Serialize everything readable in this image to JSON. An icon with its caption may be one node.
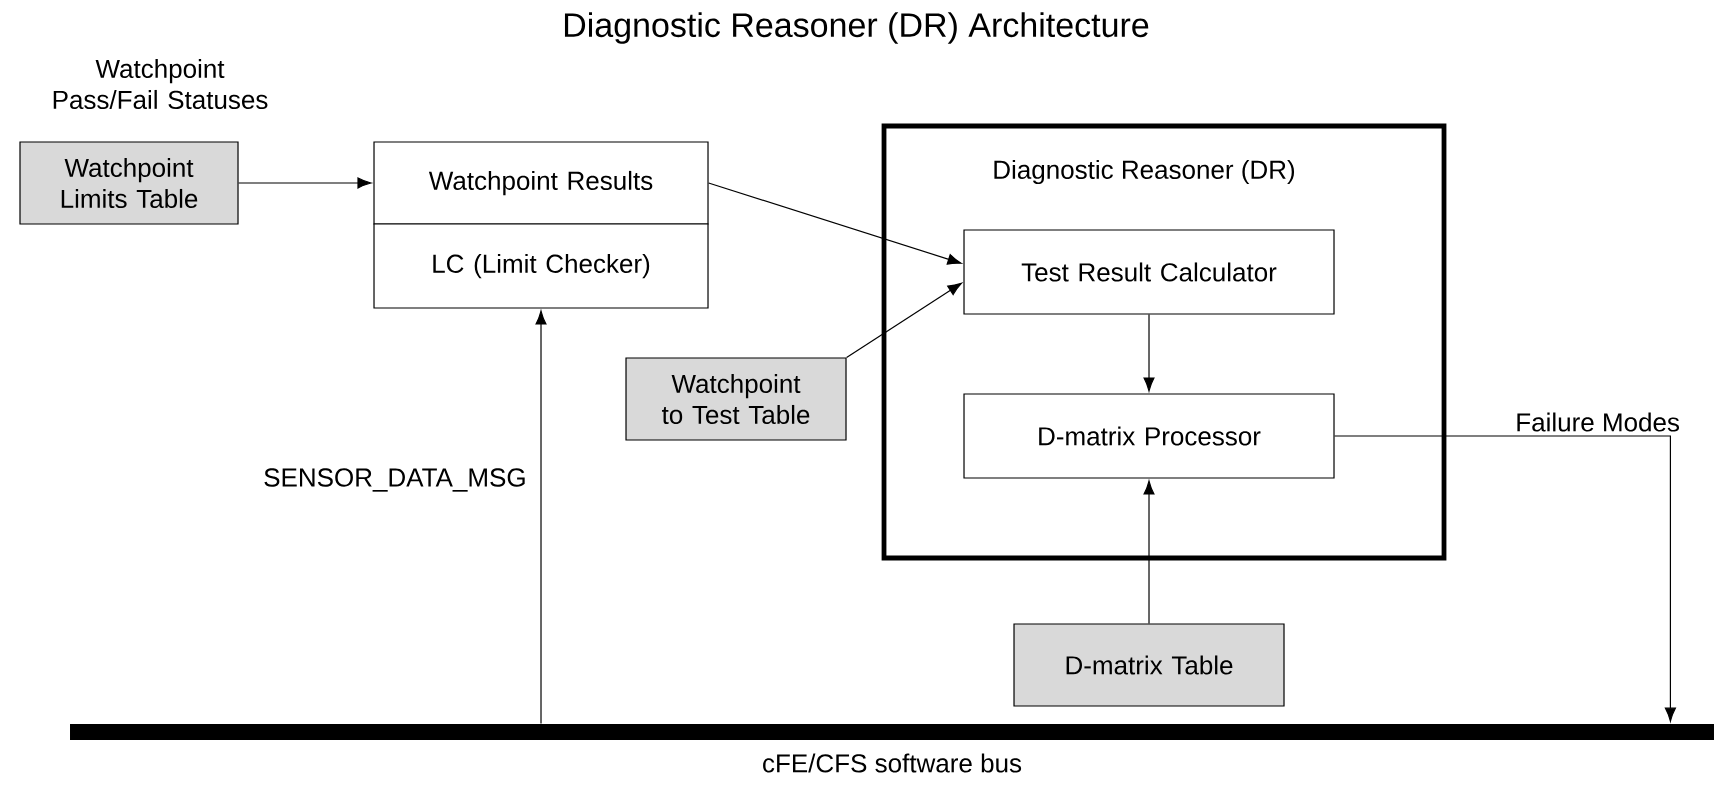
{
  "diagram": {
    "title": "Diagnostic Reasoner (DR) Architecture",
    "nodes": [
      {
        "text": [
          "Watchpoint Limits Table"
        ]
      },
      {
        "text": [
          "Watchpoint Results"
        ]
      },
      {
        "text": [
          "LC (Limit Checker)"
        ]
      },
      {
        "text": [
          "Diagnostic Reasoner (DR)"
        ]
      },
      {
        "text": [
          "Test Result Calculator"
        ],
        "in": 3
      },
      {
        "text": [
          "D-matrix Processor"
        ],
        "in": 3
      },
      {
        "text": [
          "Watchpoint to Test Table"
        ]
      },
      {
        "text": [
          "D-matrix Table"
        ]
      },
      {
        "text": [
          "cFE/CFS software bus"
        ]
      }
    ],
    "edges": [
      {
        "from": 0,
        "to": 1,
        "arrow": "to"
      },
      {
        "from": 1,
        "to": 4,
        "arrow": "to"
      },
      {
        "from": 6,
        "to": 4,
        "arrow": "to"
      },
      {
        "from": 4,
        "to": 5,
        "arrow": "to"
      },
      {
        "from": 7,
        "to": 5,
        "arrow": "to"
      },
      {
        "from": 8,
        "to": 2,
        "arrow": "to",
        "label": "SENSOR_DATA_MSG"
      },
      {
        "from": 5,
        "to": 8,
        "arrow": "to",
        "label": "Failure Modes"
      }
    ],
    "labels": [
      "Watchpoint Pass/Fail Statuses"
    ]
  }
}
